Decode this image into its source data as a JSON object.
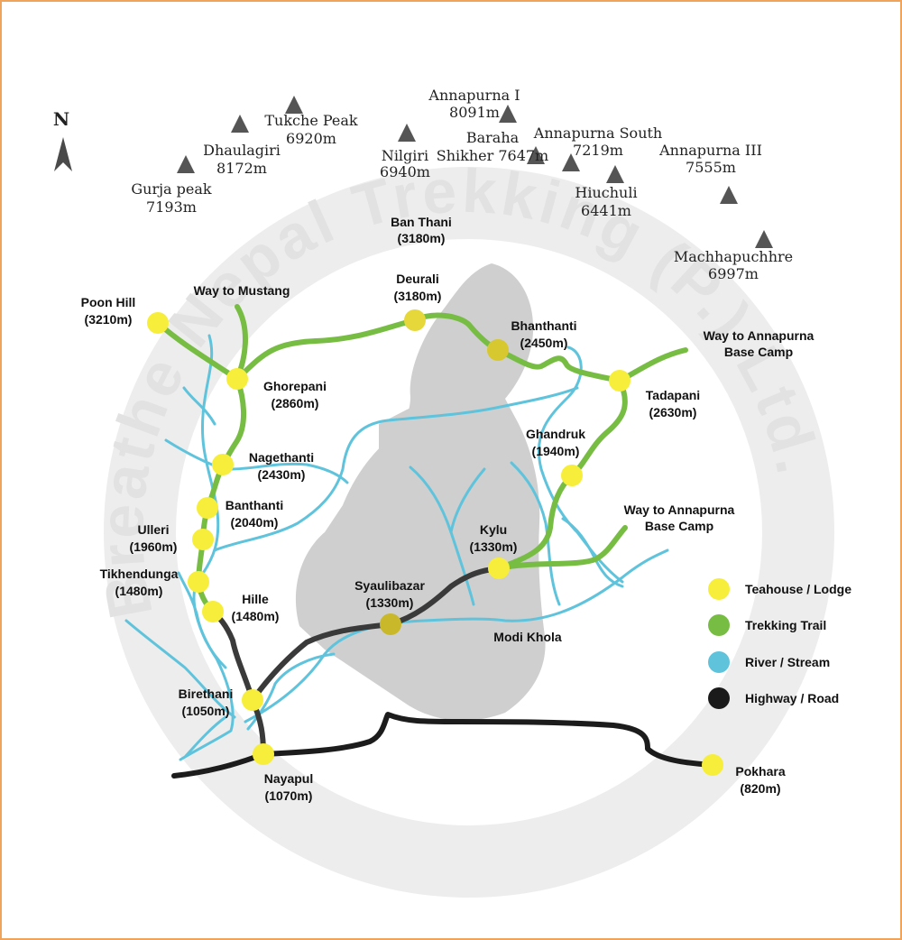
{
  "map": {
    "north_label": "N",
    "watermark": "Breathe Nepal Trekking (P.) Ltd.",
    "colors": {
      "trail": "#78bd43",
      "river": "#5fc3dc",
      "road": "#2a2a2a",
      "teahouse": "#f6ee3a",
      "peak": "#555555",
      "border": "#f0a35a"
    },
    "peaks": [
      {
        "name": "Gurja peak",
        "elevation": "7193m",
        "icon": "mountain-icon"
      },
      {
        "name": "Dhaulagiri",
        "elevation": "8172m",
        "icon": "mountain-icon"
      },
      {
        "name": "Tukche Peak",
        "elevation": "6920m",
        "icon": "mountain-icon"
      },
      {
        "name": "Nilgiri",
        "elevation": "6940m",
        "icon": "mountain-icon"
      },
      {
        "name": "Annapurna I",
        "elevation": "8091m",
        "icon": "mountain-icon"
      },
      {
        "name": "Baraha Shikher",
        "elevation": "7647m",
        "icon": "mountain-icon"
      },
      {
        "name": "Annapurna South",
        "elevation": "7219m",
        "icon": "mountain-icon"
      },
      {
        "name": "Hiuchuli",
        "elevation": "6441m",
        "icon": "mountain-icon"
      },
      {
        "name": "Annapurna III",
        "elevation": "7555m",
        "icon": "mountain-icon"
      },
      {
        "name": "Machhapuchhre",
        "elevation": "6997m",
        "icon": "mountain-icon"
      }
    ],
    "places": [
      {
        "name": "Poon Hill",
        "elevation": "(3210m)"
      },
      {
        "name": "Ghorepani",
        "elevation": "(2860m)"
      },
      {
        "name": "Nagethanti",
        "elevation": "(2430m)"
      },
      {
        "name": "Banthanti",
        "elevation": "(2040m)"
      },
      {
        "name": "Ulleri",
        "elevation": "(1960m)"
      },
      {
        "name": "Tikhendunga",
        "elevation": "(1480m)"
      },
      {
        "name": "Hille",
        "elevation": "(1480m)"
      },
      {
        "name": "Birethani",
        "elevation": "(1050m)"
      },
      {
        "name": "Nayapul",
        "elevation": "(1070m)"
      },
      {
        "name": "Syaulibazar",
        "elevation": "(1330m)"
      },
      {
        "name": "Kylu",
        "elevation": "(1330m)"
      },
      {
        "name": "Ghandruk",
        "elevation": "(1940m)"
      },
      {
        "name": "Tadapani",
        "elevation": "(2630m)"
      },
      {
        "name": "Bhanthanti",
        "elevation": "(2450m)"
      },
      {
        "name": "Deurali",
        "elevation": "(3180m)"
      },
      {
        "name": "Pokhara",
        "elevation": "(820m)"
      }
    ],
    "labels": {
      "ban_thani": [
        "Ban Thani",
        "(3180m)"
      ],
      "way_to_mustang": "Way to Mustang",
      "way_to_abc_1": [
        "Way to Annapurna",
        "Base Camp"
      ],
      "way_to_abc_2": [
        "Way to Annapurna",
        "Base Camp"
      ],
      "modi_khola": "Modi Khola"
    },
    "legend": [
      {
        "label": "Teahouse / Lodge",
        "color": "#f6ee3a"
      },
      {
        "label": "Trekking Trail",
        "color": "#78bd43"
      },
      {
        "label": "River / Stream",
        "color": "#5fc3dc"
      },
      {
        "label": "Highway / Road",
        "color": "#1a1a1a"
      }
    ]
  }
}
